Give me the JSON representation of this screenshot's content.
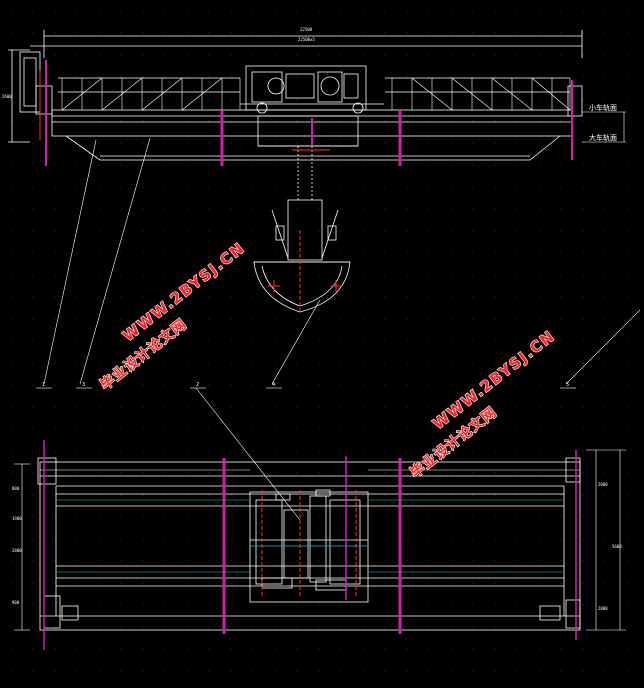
{
  "drawing": {
    "rail_labels": {
      "trolley_rail_top": "小车轨面",
      "crane_rail_top": "大车轨面"
    },
    "callouts": [
      "1",
      "2",
      "3",
      "4",
      "5"
    ],
    "dimensions": {
      "span_top": "22500",
      "span_inner": "22500±5",
      "height_left": "2600",
      "plan_right": [
        "2800",
        "5600",
        "2800"
      ],
      "plan_left": [
        "800",
        "1900",
        "2800",
        "900"
      ]
    }
  },
  "watermarks": [
    {
      "url": "WWW.2BYSJ.CN",
      "cn": "毕业设计论文网"
    },
    {
      "url": "WWW.2BYSJ.CN",
      "cn": "毕业设计论文网"
    }
  ],
  "colors": {
    "background": "#000000",
    "line": "#ffffff",
    "magenta": "#cc22aa",
    "red": "#ff3030",
    "cyan": "#00cccc",
    "watermark": "#ff2222"
  }
}
